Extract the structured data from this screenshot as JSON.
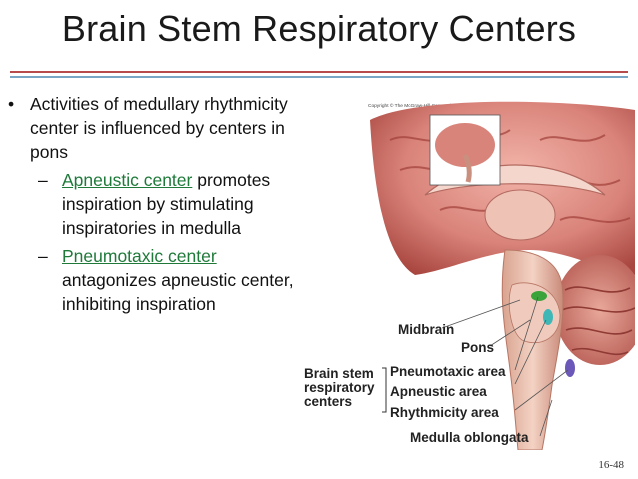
{
  "title": "Brain Stem Respiratory Centers",
  "bullet": "Activities of medullary rhythmicity center is influenced by centers in pons",
  "subbullets": [
    {
      "term": "Apneustic center",
      "text": "promotes inspiration by stimulating inspiratories in medulla"
    },
    {
      "term": "Pneumotaxic center",
      "text": "antagonizes apneustic center, inhibiting inspiration"
    }
  ],
  "figure": {
    "copyright": "Copyright © The McGraw-Hill Companies, Inc. Permission required for reproduction or display.",
    "labels": {
      "midbrain": "Midbrain",
      "pons": "Pons",
      "brain_stem_line1": "Brain stem",
      "brain_stem_line2": "respiratory",
      "brain_stem_line3": "centers",
      "pneumotaxic": "Pneumotaxic area",
      "apneustic": "Apneustic area",
      "rhythmicity": "Rhythmicity area",
      "medulla": "Medulla oblongata"
    },
    "colors": {
      "pneumotaxic": "#3aa33a",
      "apneustic": "#3fb7b7",
      "rhythmicity": "#6b58b8"
    }
  },
  "page_number": "16-48"
}
